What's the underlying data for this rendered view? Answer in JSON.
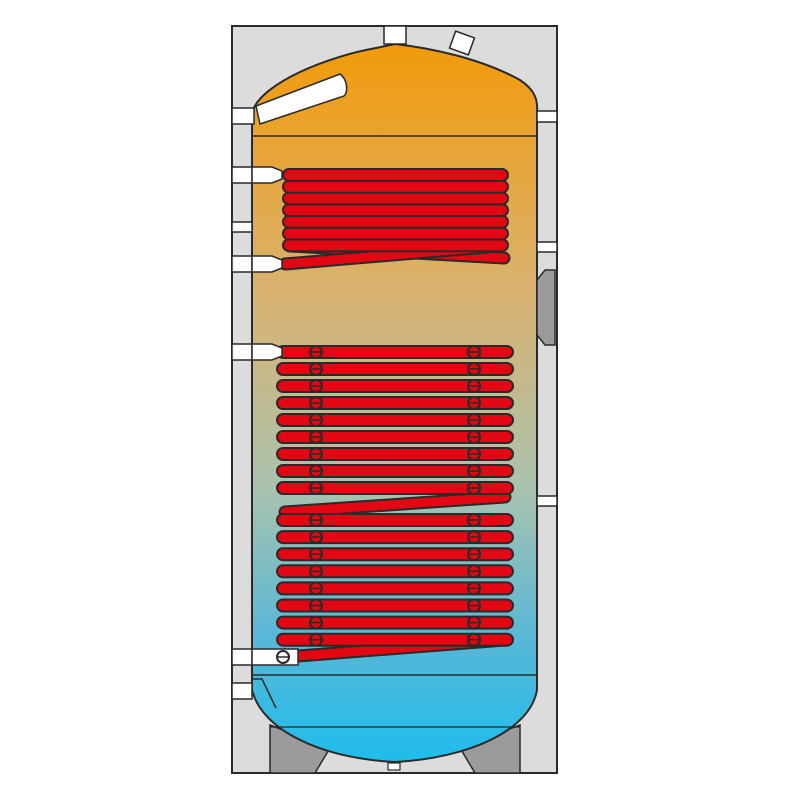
{
  "diagram": {
    "subject": "twin-coil-storage-tank",
    "colors": {
      "hot": "#f29a0a",
      "warm": "#d9b272",
      "mid": "#a9c3ae",
      "cool": "#5bb7d6",
      "cold": "#1fbdec",
      "coil": "#e30613",
      "casing": "#dcdcdc",
      "outline": "#2a2a2a",
      "leg": "#9b9b9b"
    },
    "upper_coil_turns": 7,
    "lower_coil_turns_upper_block": 9,
    "lower_coil_turns_lower_block": 8
  }
}
